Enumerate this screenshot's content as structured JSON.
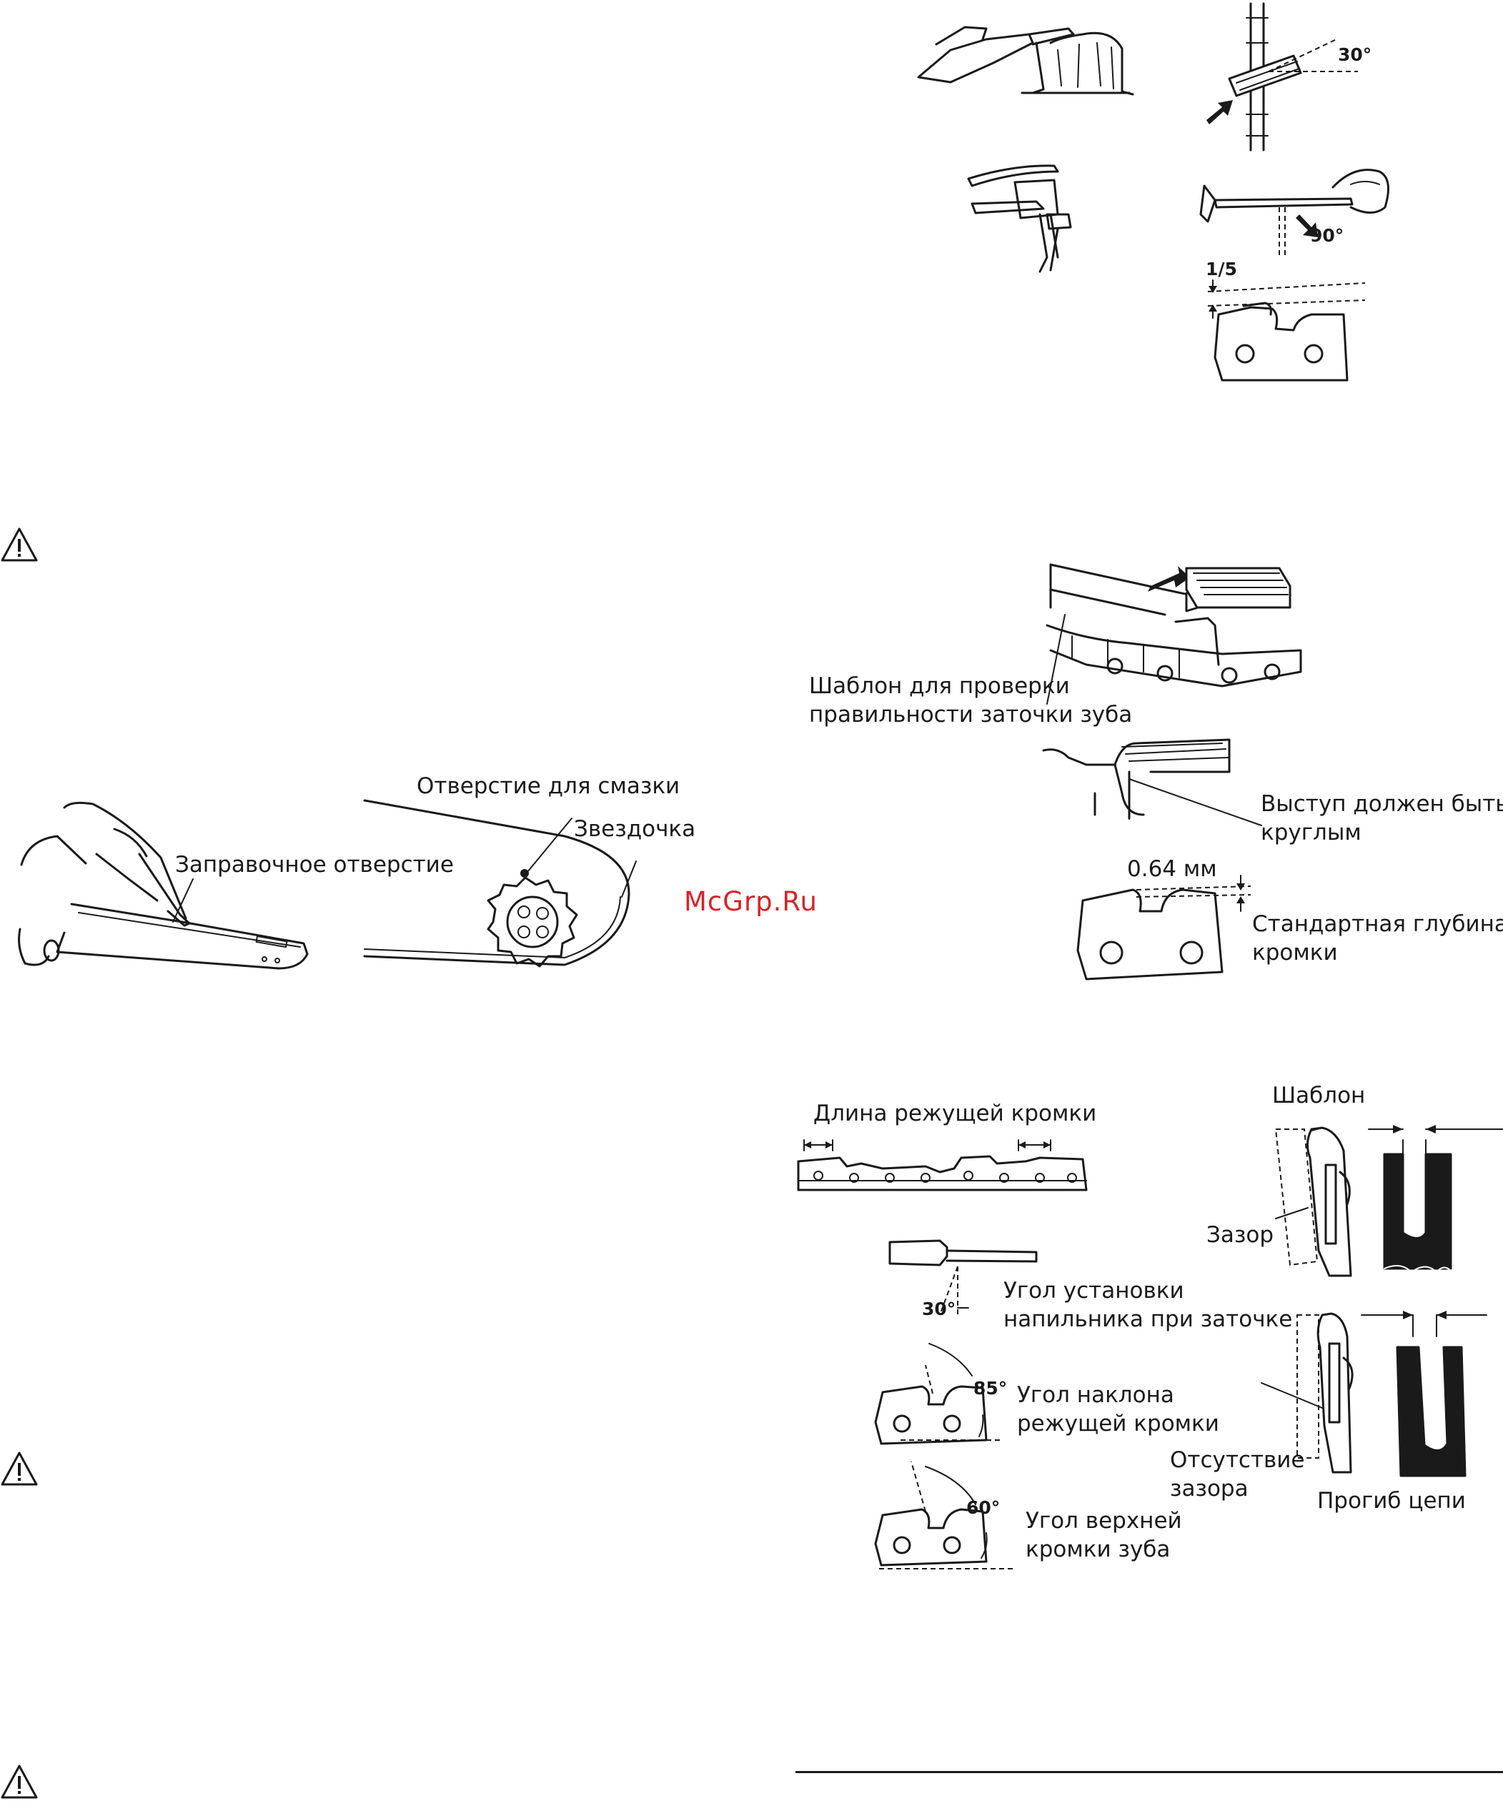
{
  "watermark": "McGrp.Ru",
  "sharpening": {
    "angle_30": "30°",
    "angle_90": "90°",
    "ratio": "1/5"
  },
  "lubrication": {
    "oil_hole": "Отверстие для смазки",
    "sprocket": "Звездочка",
    "filler_hole": "Заправочное отверстие"
  },
  "depth_gauge": {
    "template_line1": "Шаблон для проверки",
    "template_line2": "правильности заточки зуба",
    "round_line1": "Выступ должен быть",
    "round_line2": "круглым",
    "depth_value": "0.64 мм",
    "depth_line1": "Стандартная глубина",
    "depth_line2": "кромки"
  },
  "cutter": {
    "cutting_length": "Длина режущей кромки",
    "file_angle_value": "30°",
    "file_angle_line1": "Угол установки",
    "file_angle_line2": "напильника при заточке",
    "edge_angle_value": "85°",
    "edge_angle_line1": "Угол наклона",
    "edge_angle_line2": "режущей кромки",
    "top_angle_value": "60°",
    "top_angle_line1": "Угол верхней",
    "top_angle_line2": "кромки зуба"
  },
  "bar_wear": {
    "template": "Шаблон",
    "gap": "Зазор",
    "no_gap_line1": "Отсутствие",
    "no_gap_line2": "зазора",
    "chain_sag": "Прогиб цепи"
  },
  "warning_icon": "warning-triangle-icon"
}
